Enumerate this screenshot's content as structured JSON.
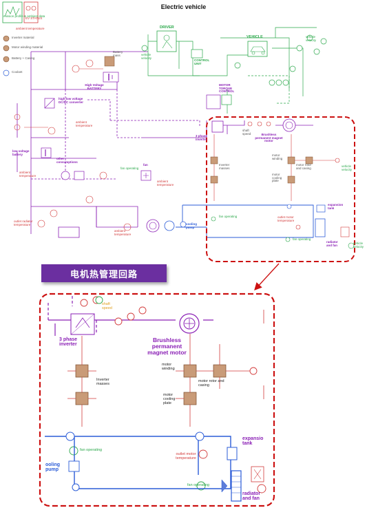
{
  "title": "Electric vehicle",
  "banner": "电机热管理回路",
  "header_boxes": {
    "left": "mission profile & ambient data",
    "right": "EV STATUS"
  },
  "legend": [
    {
      "icon": "thermal-mass-icon",
      "label": "Inverter material"
    },
    {
      "icon": "thermal-mass-icon",
      "label": "Motor winding material"
    },
    {
      "icon": "thermal-mass-icon",
      "label": "Battery + Casing"
    },
    {
      "icon": "coolant-icon",
      "label": "Coolant"
    }
  ],
  "top_diagram": {
    "driver": "DRIVER",
    "vehicle": "VEHICLE",
    "control_unit": "CONTROL UNIT",
    "motor_torque_control": "MOTOR TORQUE CONTROL",
    "hv_battery": "High Voltage BATTERY",
    "battery_mass": "Battery mass",
    "hv_lv_converter": "high low voltage DC/DC converter",
    "lv_battery": "low voltage battery",
    "other_consumptions": "other consumptions",
    "fan": "fan",
    "fan_operating": "fan operating",
    "ambient_temperature": "ambient temperature",
    "vehicle_velocity": "vehicle velocity",
    "shaft_speed": "shaft speed",
    "three_phase_inverter": "3 phase inverter",
    "bpm_motor": "Brushless permanent magnet motor",
    "inverter_masses": "Inverter masses",
    "motor_winding": "motor winding",
    "motor_rotor_casing": "motor rotor and casing",
    "motor_cooling_plate": "motor cooling plate",
    "expansion_tank": "expansion tank",
    "cooling_pump": "cooling pump",
    "outlet_motor_temperature": "outlet motor temperature",
    "radiator_fan": "radiator and fan",
    "outlet_radiator_temperature": "outlet radiator temperature"
  },
  "zoom_diagram": {
    "shaft_speed": "shaft speed",
    "three_phase_inverter": "3 phase inverter",
    "bpm_motor": "Brushless permanent magnet motor",
    "inverter_masses": "Inverter masses",
    "motor_winding": "motor winding",
    "motor_rotor_casing": "motor rotor and casing",
    "motor_cooling_plate": "motor cooling plate",
    "expansion_tank": "expansio tank",
    "fan_operating_1": "fan operating",
    "fan_operating_2": "fan operating",
    "outlet_motor_temperature": "outlet motor temperature",
    "cooling_pump": "ooling pump",
    "radiator_fan": "radiator and fan"
  },
  "colors": {
    "electrical": "#8a1fb5",
    "control": "#2aa84a",
    "thermal": "#d23a3a",
    "coolant": "#2a5bd7",
    "thermal_mass": "#c99b78",
    "highlight": "#cc1111",
    "banner": "#6b2fa0"
  }
}
